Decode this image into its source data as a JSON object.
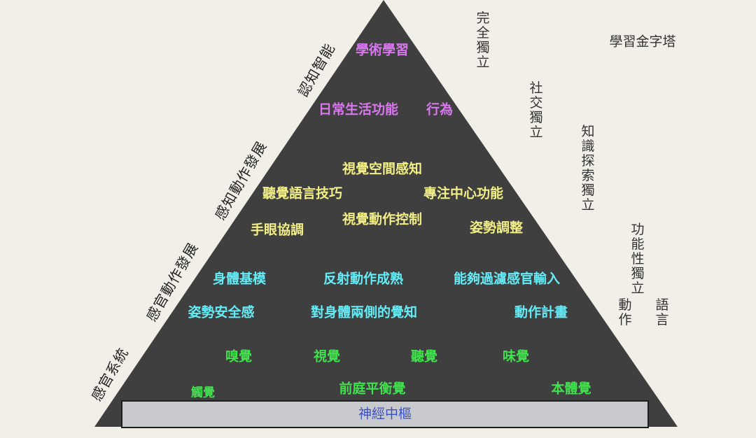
{
  "title": "學習金字塔",
  "stages": [
    "認知智能",
    "感知動作發展",
    "感官動作發展",
    "感官系統"
  ],
  "levels": {
    "cognitive": [
      "學術學習",
      "日常生活功能",
      "行為"
    ],
    "perceptual_motor": [
      "視覺空間感知",
      "聽覺語言技巧",
      "專注中心功能",
      "視覺動作控制",
      "手眼協調",
      "姿勢調整"
    ],
    "sensory_motor": [
      "身體基模",
      "反射動作成熟",
      "能夠過濾感官輸入",
      "姿勢安全感",
      "對身體兩側的覺知",
      "動作計畫"
    ],
    "sensory_systems": [
      "嗅覺",
      "視覺",
      "聽覺",
      "味覺",
      "觸覺",
      "前庭平衡覺",
      "本體覺"
    ]
  },
  "base": "神經中樞",
  "independence": [
    "完全獨立",
    "社交獨立",
    "知識探索獨立",
    "功能性獨立",
    "動作",
    "語言"
  ],
  "colors": {
    "pyramid": "#3f3f40",
    "cognitive": "#d977ee",
    "perceptual_motor": "#f1ef86",
    "sensory_motor": "#63ecf6",
    "sensory_systems": "#41e24e",
    "base_text": "#3a50c6",
    "base_fill": "#c9cace",
    "background": "#f1efe8"
  }
}
